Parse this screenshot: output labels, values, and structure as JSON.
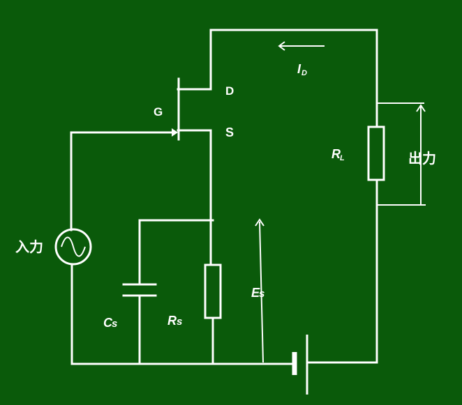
{
  "colors": {
    "background": "#0a5a0a",
    "ink": "#ffffff"
  },
  "labels": {
    "gate": "G",
    "drain": "D",
    "source": "S",
    "drain_current": "I",
    "drain_current_sub": "D",
    "load_resistor": "R",
    "load_resistor_sub": "L",
    "output": "出力",
    "input": "入力",
    "source_voltage": "E",
    "source_voltage_sub": "s",
    "source_resistor": "R",
    "source_resistor_sub": "s",
    "bypass_capacitor": "C",
    "bypass_capacitor_sub": "s"
  },
  "icons": {
    "ac_source": "sine-wave-icon",
    "battery": "battery-icon",
    "arrow": "arrow-icon"
  }
}
